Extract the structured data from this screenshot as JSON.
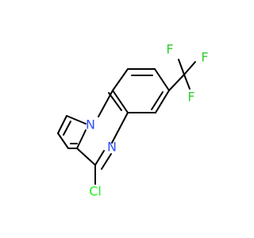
{
  "molecule": {
    "atoms": {
      "fluorine_1": {
        "symbol": "F",
        "color": "#33cc33"
      },
      "fluorine_2": {
        "symbol": "F",
        "color": "#33cc33"
      },
      "fluorine_3": {
        "symbol": "F",
        "color": "#33cc33"
      },
      "nitrogen_bridge": {
        "symbol": "N",
        "color": "#3050f8"
      },
      "nitrogen_ring": {
        "symbol": "N",
        "color": "#3050f8"
      },
      "chlorine": {
        "symbol": "Cl",
        "color": "#1ff01f"
      }
    }
  }
}
